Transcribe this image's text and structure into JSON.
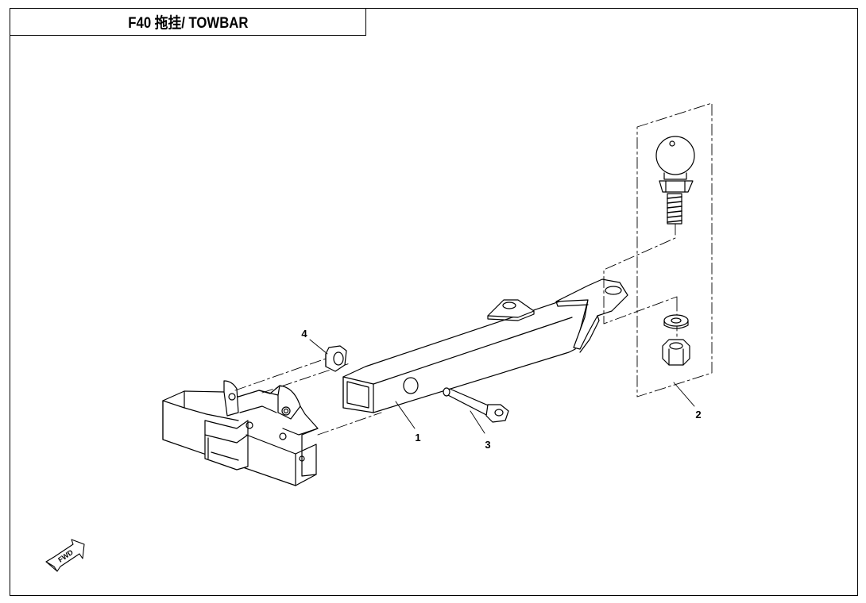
{
  "title": "F40 拖挂/ TOWBAR",
  "callouts": [
    {
      "id": "1",
      "label": "1"
    },
    {
      "id": "2",
      "label": "2"
    },
    {
      "id": "3",
      "label": "3"
    },
    {
      "id": "4",
      "label": "4"
    }
  ],
  "fwd_label": "FWD",
  "colors": {
    "line": "#000000",
    "background": "#ffffff"
  }
}
